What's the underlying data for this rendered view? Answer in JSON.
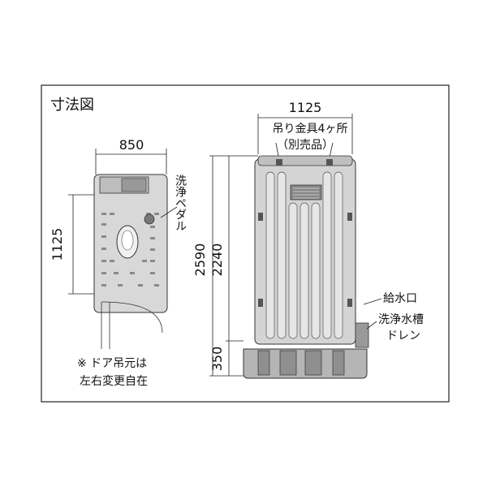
{
  "title": "寸法図",
  "plan_view": {
    "width_label": "850",
    "depth_label": "1125",
    "pedal_label": "洗浄ペダル",
    "note_line1": "※ ドア吊元は",
    "note_line2": "左右変更自在"
  },
  "front_view": {
    "width_label": "1125",
    "hanger_label_line1": "吊り金具4ヶ所",
    "hanger_label_line2": "（別売品）",
    "total_height_label": "2590",
    "body_height_label": "2240",
    "base_height_label": "350",
    "water_inlet_label": "給水口",
    "drain_label_line1": "洗浄水槽",
    "drain_label_line2": "ドレン"
  }
}
